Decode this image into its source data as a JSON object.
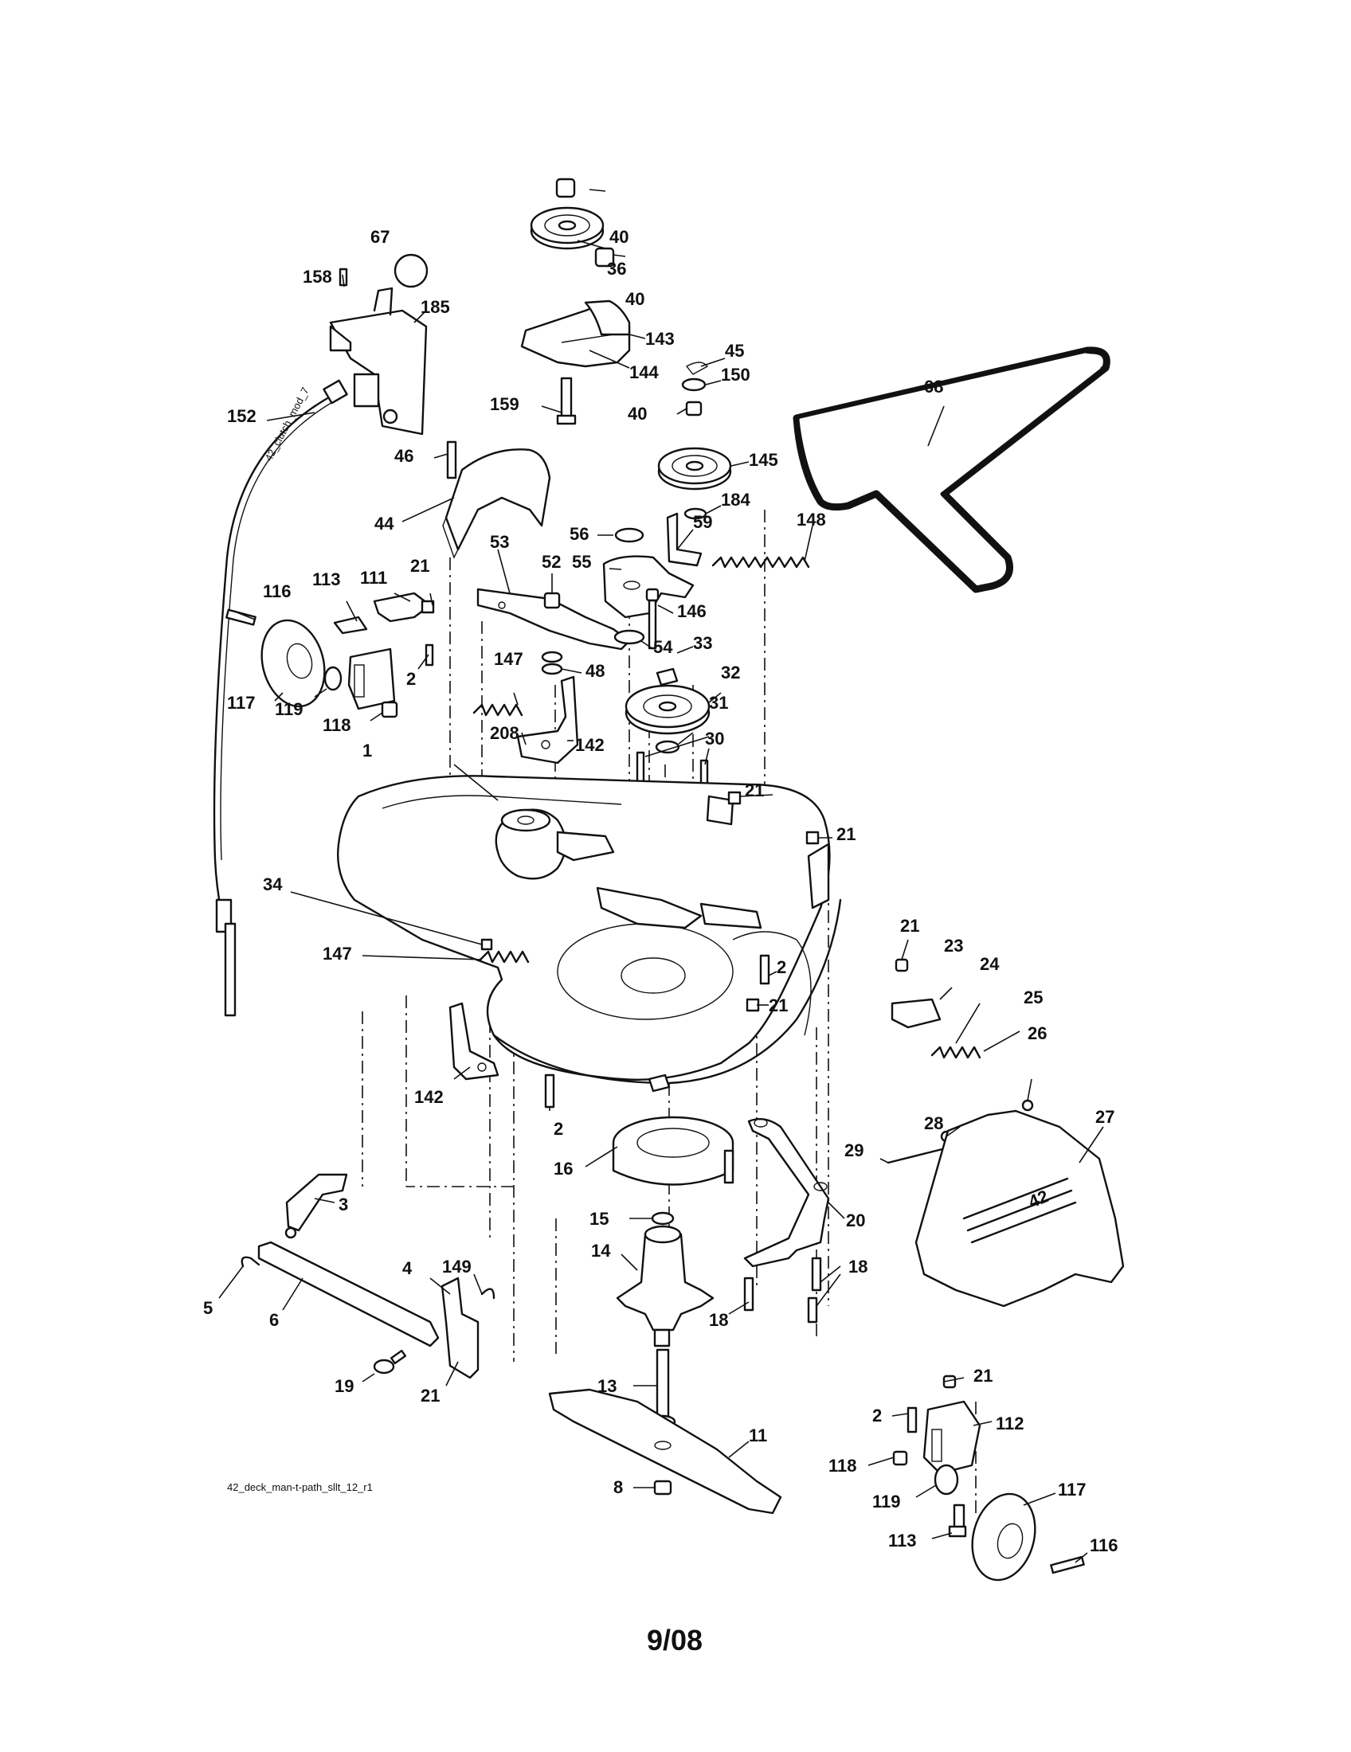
{
  "diagram_id_label": "42_deck_man-t-path_sllt_12_r1",
  "cable_label": "42_clutch_mod_7",
  "deck_badge": "42",
  "footer_date": "9/08",
  "callouts": [
    "40",
    "36",
    "40",
    "143",
    "144",
    "159",
    "67",
    "158",
    "185",
    "152",
    "45",
    "150",
    "40",
    "145",
    "184",
    "68",
    "46",
    "44",
    "56",
    "59",
    "148",
    "53",
    "52",
    "55",
    "146",
    "54",
    "33",
    "32",
    "31",
    "30",
    "21",
    "21",
    "116",
    "113",
    "111",
    "21",
    "2",
    "117",
    "119",
    "118",
    "147",
    "48",
    "142",
    "208",
    "1",
    "34",
    "147",
    "2",
    "21",
    "21",
    "23",
    "24",
    "25",
    "26",
    "27",
    "142",
    "2",
    "16",
    "28",
    "29",
    "15",
    "14",
    "20",
    "18",
    "18",
    "3",
    "4",
    "149",
    "5",
    "6",
    "19",
    "21",
    "13",
    "21",
    "112",
    "2",
    "118",
    "11",
    "119",
    "117",
    "8",
    "113",
    "116"
  ]
}
